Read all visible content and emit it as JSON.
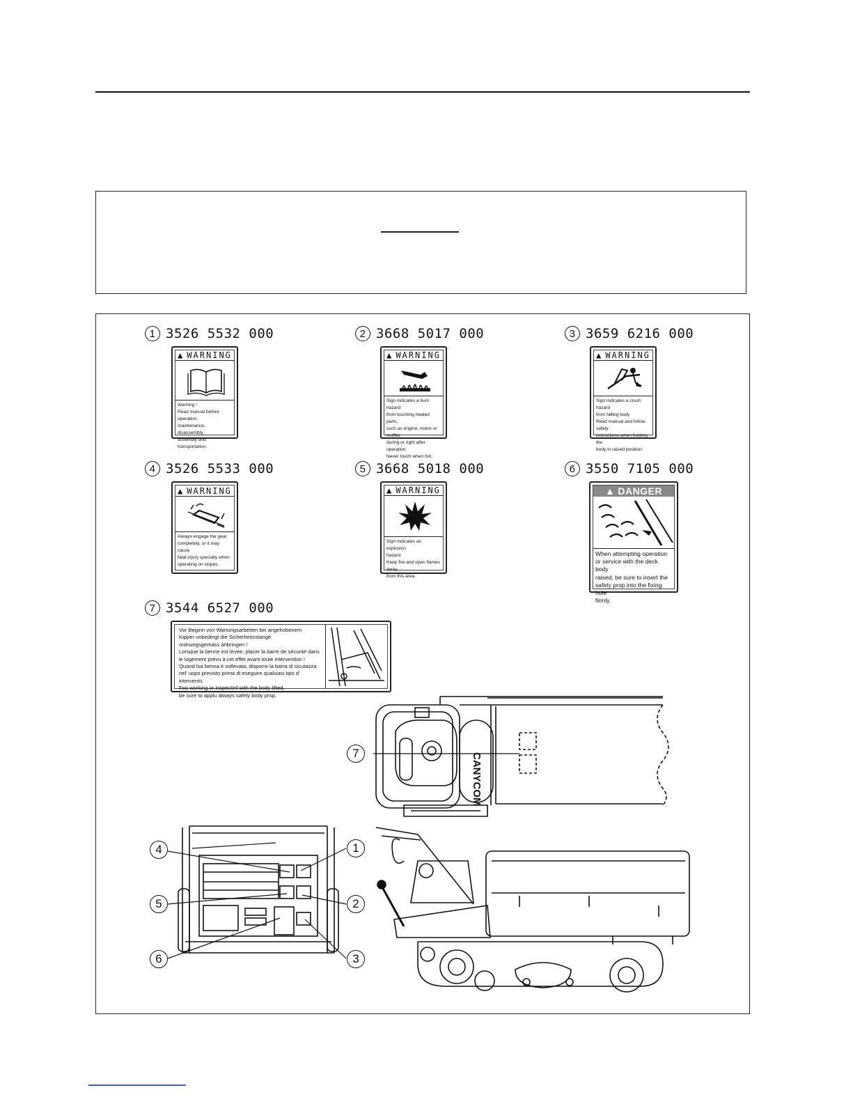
{
  "parts": [
    {
      "num": "1",
      "code": "3526 5532 000",
      "signal": "WARNING",
      "icon": "read-manual-icon",
      "text": "Warning !\nRead manual before operation,\nmaintenance, disassembly,\nassembly and transportation."
    },
    {
      "num": "2",
      "code": "3668 5017 000",
      "signal": "WARNING",
      "icon": "hot-surface-icon",
      "text": "Sign indicates a burn hazard\nfrom touching heated parts,\nsuch as engine, motor or muffler\nduring or right after operation.\nNever touch when hot."
    },
    {
      "num": "3",
      "code": "3659 6216 000",
      "signal": "WARNING",
      "icon": "crush-hazard-icon",
      "text": "Sign indicates a crush hazard\nfrom falling body\nRead manual and follow safety\ninstructions when holding the\nbody in raised position."
    },
    {
      "num": "4",
      "code": "3526 5533 000",
      "signal": "WARNING",
      "icon": "gear-engage-icon",
      "text": "Always engage the gear\ncompletely, or it may cause\nfatal injury specially when\noperating on slopes."
    },
    {
      "num": "5",
      "code": "3668 5018 000",
      "signal": "WARNING",
      "icon": "explosion-icon",
      "text": "Sign indicates an explosion\nhazard\nKeep fire and open flames away\nfrom this area."
    },
    {
      "num": "6",
      "code": "3550 7105 000",
      "signal": "DANGER",
      "icon": "safety-prop-icon",
      "text": "When attempting operation\nor service with the deck body\nraised, be sure to insert the\nsafety prop into the fixing hole\nfirmly."
    },
    {
      "num": "7",
      "code": "3544 6527 000",
      "icon": "body-prop-icon",
      "text": "Vor Beginn von Wartungsarbeiten bei angehobenem\nKipper unbedingt die Sicherheitsstange\nordnungsgemäss anbringen !\nLorsque la benne est levée, placer la barre de sécurité  dans\nle logement prévu à cet effet avant toute intervention !\nQuand lsa benna è sollevata, disporre la barra di sicutazza\nnel' uopo previsto prima di eseguire qualsiasi tipo d' intervento.\nFoo working or inspectinf with the body lifted,\nbe sure to applu always safety body prop."
    }
  ],
  "callouts": [
    "1",
    "2",
    "3",
    "4",
    "5",
    "6",
    "7"
  ],
  "machine_logo": "CANYCOM"
}
